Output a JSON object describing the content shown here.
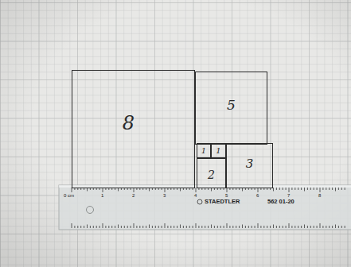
{
  "diagram": {
    "nodes": [
      {
        "text": [
          "8"
        ]
      },
      {
        "text": [
          "5"
        ]
      },
      {
        "text": [
          "1"
        ]
      },
      {
        "text": [
          "1"
        ]
      },
      {
        "text": [
          "2"
        ]
      },
      {
        "text": [
          "3"
        ]
      }
    ],
    "labels": [
      "0 cm",
      "1",
      "2",
      "3",
      "4",
      "5",
      "6",
      "7",
      "8",
      "STAEDTLER",
      "562 01-20"
    ]
  }
}
